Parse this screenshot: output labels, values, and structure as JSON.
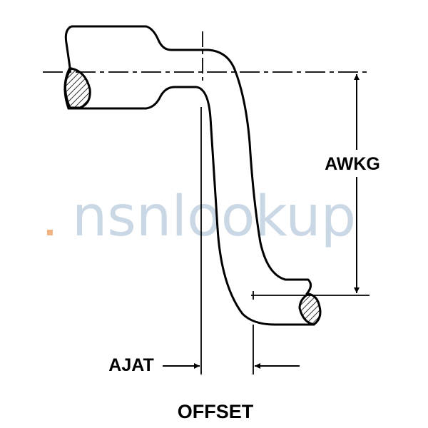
{
  "labels": {
    "awkg": "AWKG",
    "ajat": "AJAT",
    "offset": "OFFSET"
  },
  "watermark": {
    "text": "nsnlookup"
  },
  "colors": {
    "line": "#000000",
    "watermark": "#9fb8cf",
    "watermark_dot": "#f0a060",
    "background": "#ffffff"
  }
}
